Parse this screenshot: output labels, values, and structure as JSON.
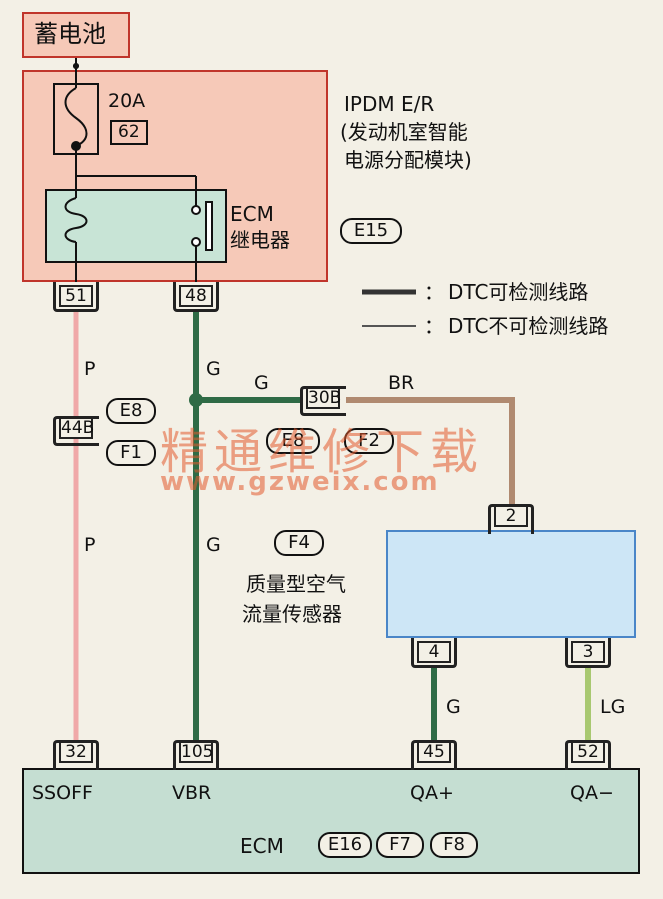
{
  "battery_label": "蓄电池",
  "fuse": {
    "rating": "20A",
    "number": "62"
  },
  "ipdm": {
    "line1": "IPDM E/R",
    "line2": "(发动机室智能",
    "line3": "电源分配模块)",
    "connector": "E15"
  },
  "relay": {
    "line1": "ECM",
    "line2": "继电器"
  },
  "legend": {
    "thick": "DTC可检测线路",
    "thin": "DTC不可检测线路",
    "colon": "："
  },
  "pins": {
    "ipdm_51": "51",
    "ipdm_48": "48",
    "junction_44b": "44B",
    "junction_30b": "30B",
    "maf_2": "2",
    "maf_4": "4",
    "maf_3": "3",
    "ecm_32": "32",
    "ecm_105": "105",
    "ecm_45": "45",
    "ecm_52": "52"
  },
  "wire_colors": {
    "p_upper": "P",
    "p_lower": "P",
    "g_upper": "G",
    "g_branch": "G",
    "g_lower": "G",
    "br": "BR",
    "g_maf": "G",
    "lg": "LG"
  },
  "connector_refs": {
    "e8": "E8",
    "f1": "F1",
    "e8b": "E8",
    "f2": "F2",
    "f4": "F4",
    "e16": "E16",
    "f7": "F7",
    "f8": "F8"
  },
  "maf": {
    "line1": "质量型空气",
    "line2": "流量传感器"
  },
  "ecm": {
    "label": "ECM",
    "ssoff": "SSOFF",
    "vbr": "VBR",
    "qa_plus": "QA+",
    "qa_minus": "QA−"
  },
  "watermark": {
    "cn": "精通维修下载",
    "url": "www.gzweix.com"
  },
  "colors": {
    "ipdm_fill": "#f6c9b8",
    "ipdm_border": "#c0352b",
    "relay_fill": "#c8e4d6",
    "maf_fill": "#cde6f6",
    "maf_border": "#4a86c8",
    "ecm_fill": "#c5ded2",
    "wire_p": "#f0a8a8",
    "wire_g": "#2f6b46",
    "wire_br": "#b08a70",
    "wire_lg": "#a8c870"
  }
}
